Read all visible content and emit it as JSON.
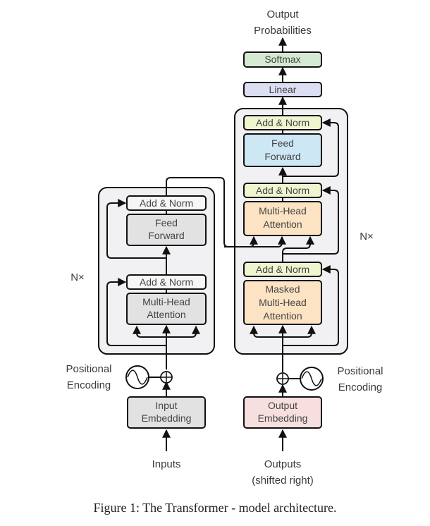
{
  "diagram": {
    "title": "The Transformer - model architecture",
    "output_label": [
      "Output",
      "Probabilities"
    ],
    "encoder": {
      "repeat_label": "N×",
      "blocks": {
        "add_norm_ff": "Add & Norm",
        "feed_forward": [
          "Feed",
          "Forward"
        ],
        "add_norm_attn": "Add & Norm",
        "attention": [
          "Multi-Head",
          "Attention"
        ]
      },
      "positional_encoding": [
        "Positional",
        "Encoding"
      ],
      "embedding": [
        "Input",
        "Embedding"
      ],
      "input_label": "Inputs"
    },
    "decoder": {
      "repeat_label": "N×",
      "blocks": {
        "softmax": "Softmax",
        "linear": "Linear",
        "add_norm_ff": "Add & Norm",
        "feed_forward": [
          "Feed",
          "Forward"
        ],
        "add_norm_cross": "Add & Norm",
        "cross_attention": [
          "Multi-Head",
          "Attention"
        ],
        "add_norm_masked": "Add & Norm",
        "masked_attention": [
          "Masked",
          "Multi-Head",
          "Attention"
        ]
      },
      "positional_encoding": [
        "Positional",
        "Encoding"
      ],
      "embedding": [
        "Output",
        "Embedding"
      ],
      "input_label": [
        "Outputs",
        "(shifted right)"
      ]
    },
    "colors": {
      "softmax": "#d5ead2",
      "linear": "#dcdff2",
      "add_norm_decoder": "#eef5cf",
      "feed_forward_decoder": "#cde7f5",
      "attention_decoder": "#fbe3c3",
      "output_embedding": "#f7dfe0",
      "encoder_gray": "#e2e2e2",
      "add_norm_encoder": "#f6f6f6",
      "stack_bg": "#f1f1f3"
    }
  },
  "caption": "Figure 1: The Transformer - model architecture."
}
